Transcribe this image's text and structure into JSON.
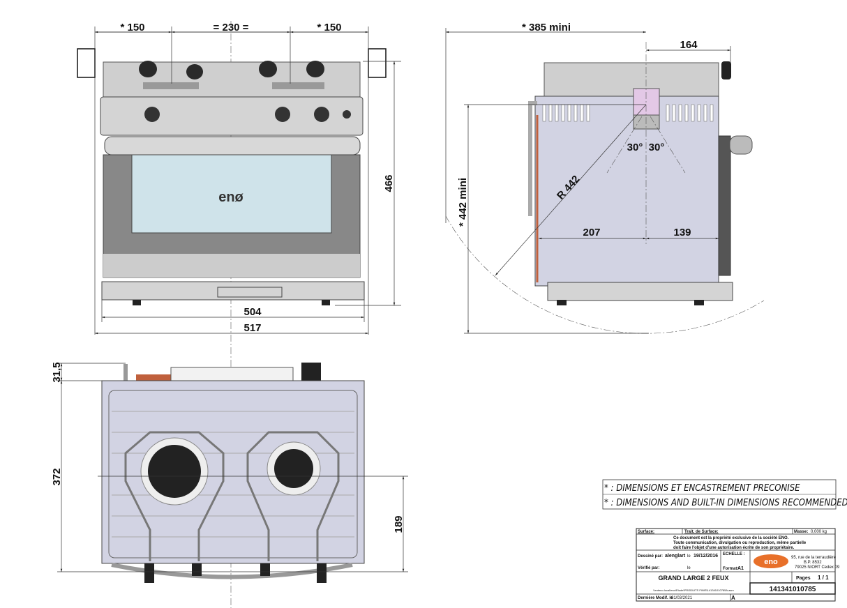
{
  "front_view": {
    "dim_left": "* 150",
    "dim_center": "= 230 =",
    "dim_right": "* 150",
    "dim_height": "466",
    "dim_width_inner": "504",
    "dim_width_outer": "517",
    "brand": "enø"
  },
  "side_view": {
    "dim_depth": "* 385  mini",
    "dim_top": "164",
    "dim_height": "* 442  mini",
    "dim_radius": "R 442",
    "angle_left": "30°",
    "angle_right": "30°",
    "dim_rear": "207",
    "dim_front": "139"
  },
  "top_view": {
    "dim_back": "31,5",
    "dim_depth": "372",
    "dim_axis": "189"
  },
  "notes": {
    "line1": "* : DIMENSIONS ET ENCASTREMENT PRECONISE",
    "line2": "* : DIMENSIONS AND BUILT-IN DIMENSIONS RECOMMENDED"
  },
  "title_block": {
    "surface_label": "Surface:",
    "trait_label": "Trait. de Surface:",
    "masse_label": "Masse:",
    "masse_value": "0,000 kg",
    "notice": [
      "Ce document est la propriété exclusive de la société ENO.",
      "Toute communication, divulgation ou reproduction, même partielle",
      "doit faire l'objet d'une autorisation écrite de son propriétaire."
    ],
    "drawn_label": "Dessiné par:",
    "drawn_value": "alenglart",
    "drawn_date_label": "le",
    "drawn_date": "19/12/2016",
    "checked_label": "Vérifié par:",
    "checked_date_label": "le",
    "scale_label": "ECHELLE :",
    "format_label": "Format:",
    "format_value": "A1",
    "logo": "eno",
    "address": [
      "95, rue de la terraudière",
      "B.P. 8532",
      "79025 NIORT Cedex 09"
    ],
    "title": "GRAND LARGE 2 FEUX",
    "pages_label": "Pages",
    "pages_value": "1 / 1",
    "file_path": "\\\\enteno.local\\eno\\Etude\\PRODUITS FINIS\\141341010785A.asm",
    "part_number": "141341010785",
    "last_modified_label": "Dernière Modif. le",
    "last_modified": "01/03/2021",
    "revision": "A"
  },
  "colors": {
    "body": "#d2d3e3",
    "steel": "#c8c8c8",
    "glass": "#cfe3ea",
    "copper": "#c0603c",
    "logo": "#e8702a",
    "bracket": "#e3c8e6"
  }
}
